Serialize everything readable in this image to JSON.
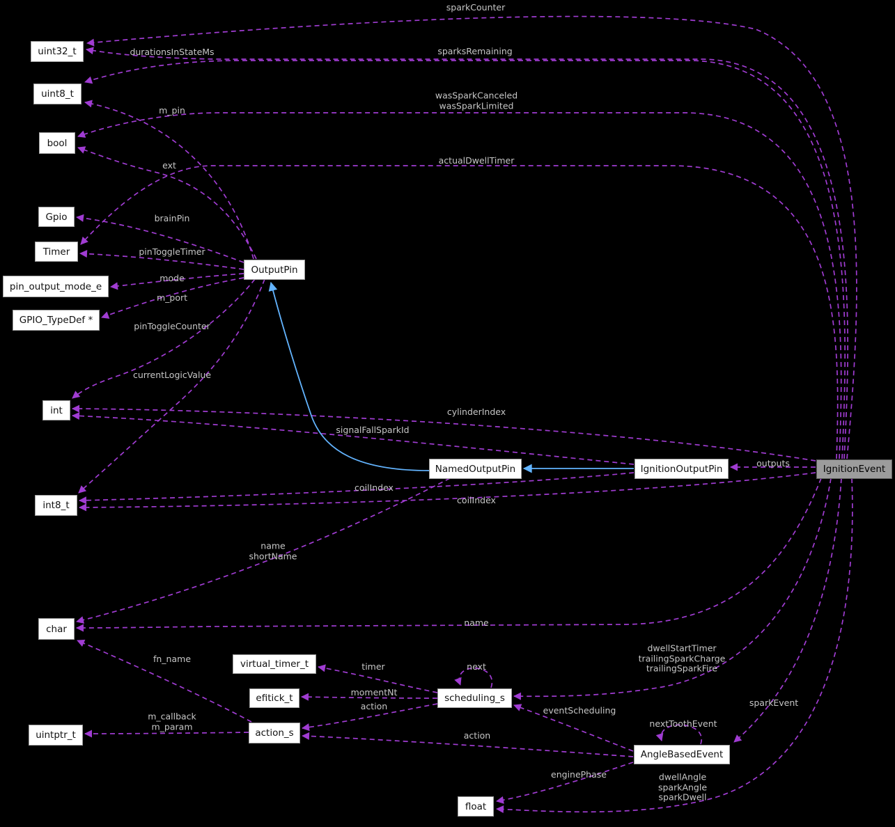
{
  "diagram": {
    "kind": "doxygen-collaboration-graph",
    "main_class": "IgnitionEvent",
    "colors": {
      "background": "#000000",
      "dashed_edge": "#a03cd2",
      "inheritance_edge": "#63b4ff",
      "node_background": "#ffffff",
      "node_border": "#9e9e9e",
      "highlight_node_background": "#9c9c9c",
      "edge_label_text": "#c6c6c6"
    }
  },
  "nodes": [
    "uint32_t",
    "uint8_t",
    "bool",
    "Gpio",
    "Timer",
    "pin_output_mode_e",
    "GPIO_TypeDef *",
    "OutputPin",
    "int",
    "int8_t",
    "char",
    "virtual_timer_t",
    "efitick_t",
    "uintptr_t",
    "action_s",
    "scheduling_s",
    "NamedOutputPin",
    "IgnitionOutputPin",
    "IgnitionEvent",
    "AngleBasedEvent",
    "float"
  ],
  "labels": [
    "sparkCounter",
    "durationsInStateMs",
    "sparksRemaining",
    "m_pin",
    "wasSparkCanceled\nwasSparkLimited",
    "ext",
    "actualDwellTimer",
    "brainPin",
    "pinToggleTimer",
    "mode",
    "m_port",
    "pinToggleCounter",
    "currentLogicValue",
    "cylinderIndex",
    "signalFallSparkId",
    "coilIndex",
    "coilIndex",
    "outputs",
    "name\nshortName",
    "name",
    "fn_name",
    "timer",
    "next",
    "momentNt",
    "action",
    "action",
    "eventScheduling",
    "dwellStartTimer\ntrailingSparkCharge\ntrailingSparkFire",
    "nextToothEvent",
    "sparkEvent",
    "enginePhase",
    "dwellAngle\nsparkAngle\nsparkDwell",
    "m_callback\nm_param"
  ]
}
